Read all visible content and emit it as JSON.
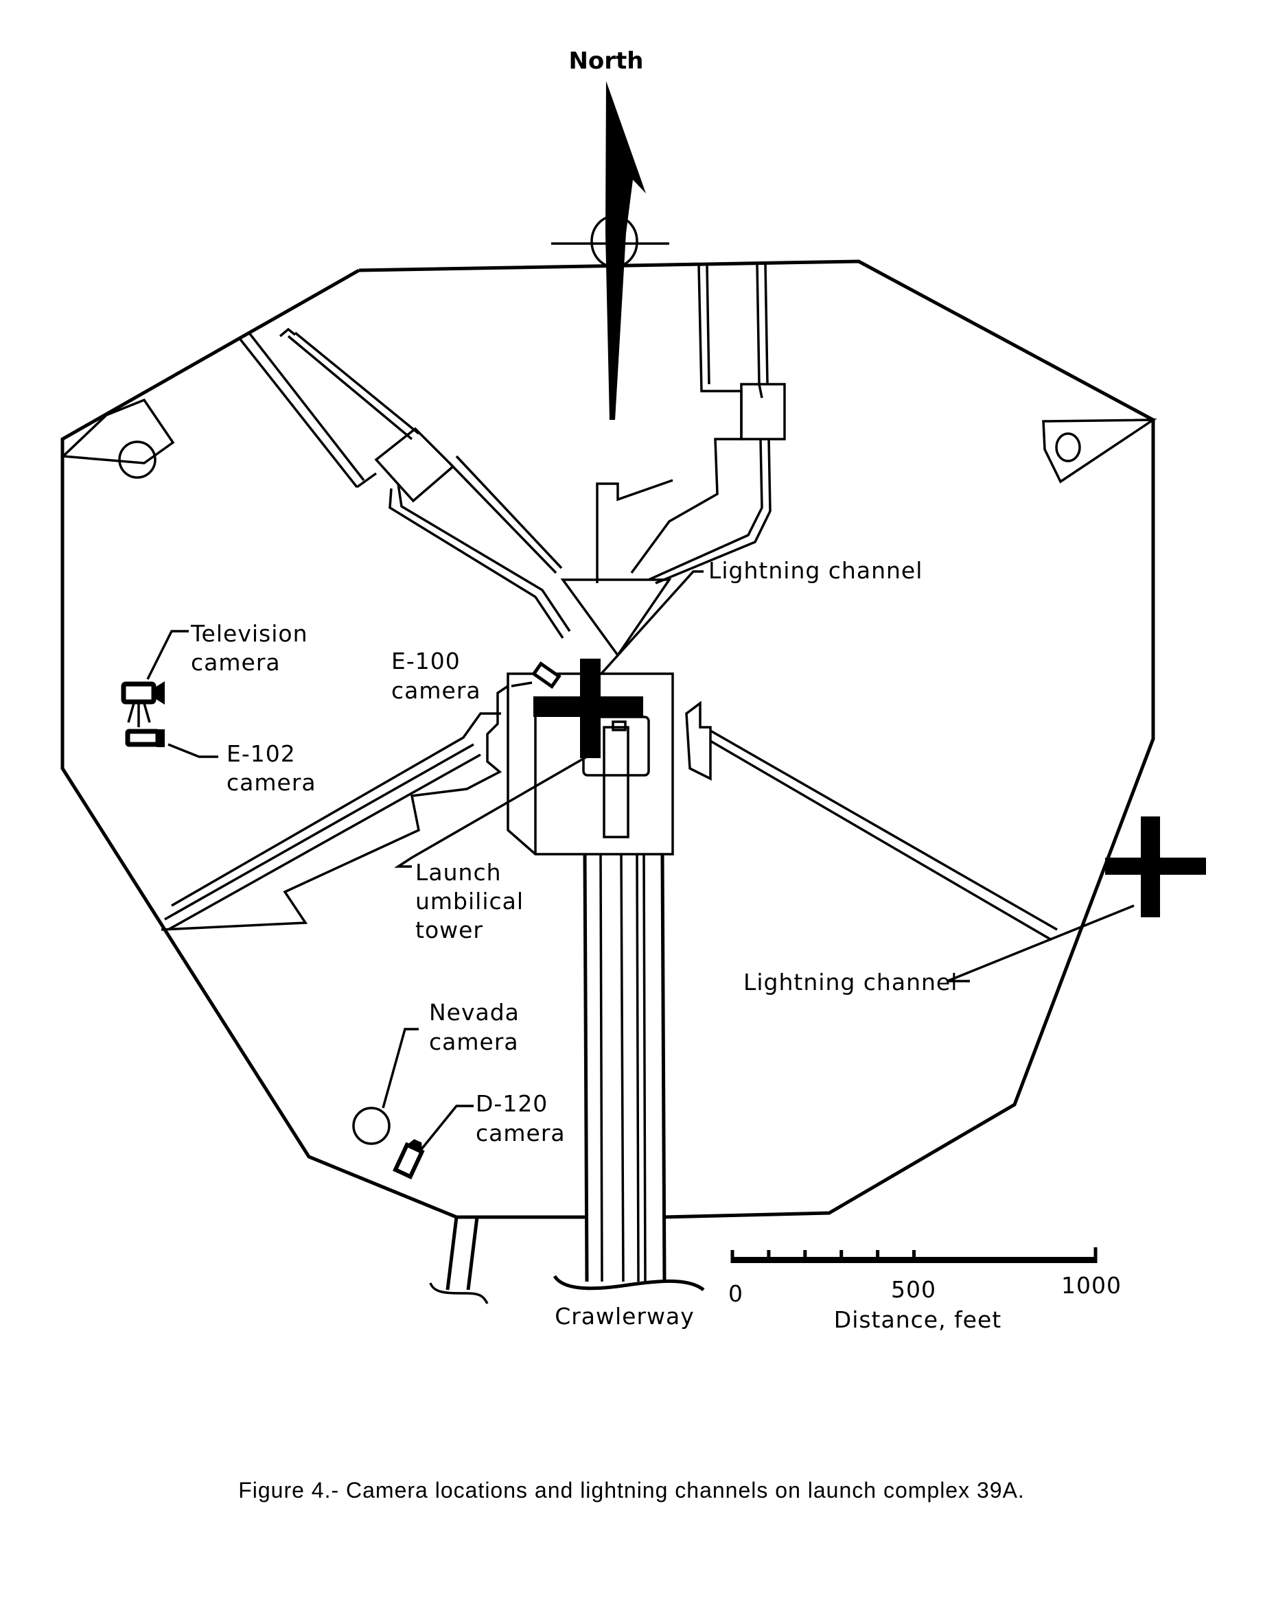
{
  "figure": {
    "caption": "Figure 4.- Camera locations and lightning channels on launch complex 39A.",
    "north_label": "North"
  },
  "labels": {
    "lightning_channel_top": "Lightning channel",
    "lightning_channel_right": "Lightning channel",
    "television_camera_1": "Television",
    "television_camera_2": "camera",
    "e100_1": "E-100",
    "e100_2": "camera",
    "e102_1": "E-102",
    "e102_2": "camera",
    "tower_1": "Launch",
    "tower_2": "umbilical",
    "tower_3": "tower",
    "nevada_1": "Nevada",
    "nevada_2": "camera",
    "d120_1": "D-120",
    "d120_2": "camera",
    "crawlerway": "Crawlerway"
  },
  "scale_bar": {
    "ticks": [
      "0",
      "500",
      "1000"
    ],
    "unit_label": "Distance, feet",
    "min": 0,
    "max": 1000,
    "minor_divisions": 5
  },
  "icons": [
    "north-arrow-icon",
    "television-camera-icon",
    "e102-camera-icon",
    "e100-camera-icon",
    "nevada-camera-icon",
    "d120-camera-icon",
    "lightning-channel-cross-icon"
  ]
}
